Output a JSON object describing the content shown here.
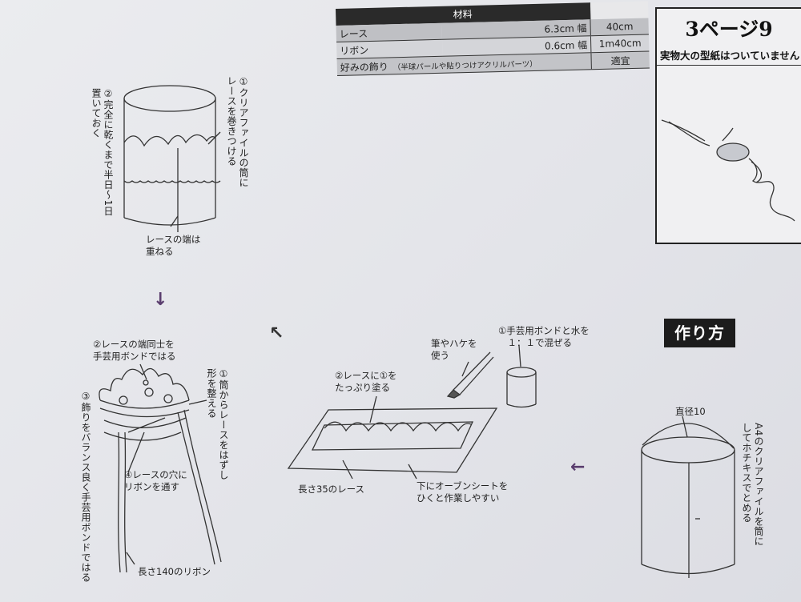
{
  "materials": {
    "header": "材料",
    "rows": [
      {
        "name": "レース",
        "spec": "6.3cm 幅",
        "note": "",
        "qty": "40cm"
      },
      {
        "name": "リボン",
        "spec": "0.6cm 幅",
        "note": "",
        "qty": "1m40cm"
      },
      {
        "name": "好みの飾り",
        "spec": "",
        "note": "（半球パールや貼りつけアクリルパーツ）",
        "qty": "適宜"
      }
    ]
  },
  "reference": {
    "title": "3ページ9",
    "subtitle": "実物大の型紙はついていません"
  },
  "howto_label": "作り方",
  "step_a4": {
    "diameter": "直径10",
    "instruction": "A4のクリアファイルを筒に\nしてホチキスでとめる"
  },
  "step_glue": {
    "mix": "①手芸用ボンドと水を\n　１：１で混ぜる",
    "brush": "筆やハケを\n使う",
    "apply": "②レースに①を\nたっぷり塗る",
    "lace": "長さ35のレース",
    "sheet": "下にオーブンシートを\nひくと作業しやすい"
  },
  "step_dry": {
    "wrap": "①クリアファイルの筒に\nレースを巻きつける",
    "dry": "②完全に乾くまで半日〜1日\n置いておく",
    "overlap": "レースの端は\n重ねる"
  },
  "step_finish": {
    "glue_ends": "②レースの端同士を\n手芸用ボンドではる",
    "remove": "①筒からレースをはずし\n形を整える",
    "decorate": "③飾りをバランス良く手芸用ボンドではる",
    "ribbon_thread": "④レースの穴に\nリボンを通す",
    "ribbon": "長さ140のリボン"
  },
  "arrows": {
    "down": "↓",
    "up_left": "↖",
    "left": "←"
  }
}
